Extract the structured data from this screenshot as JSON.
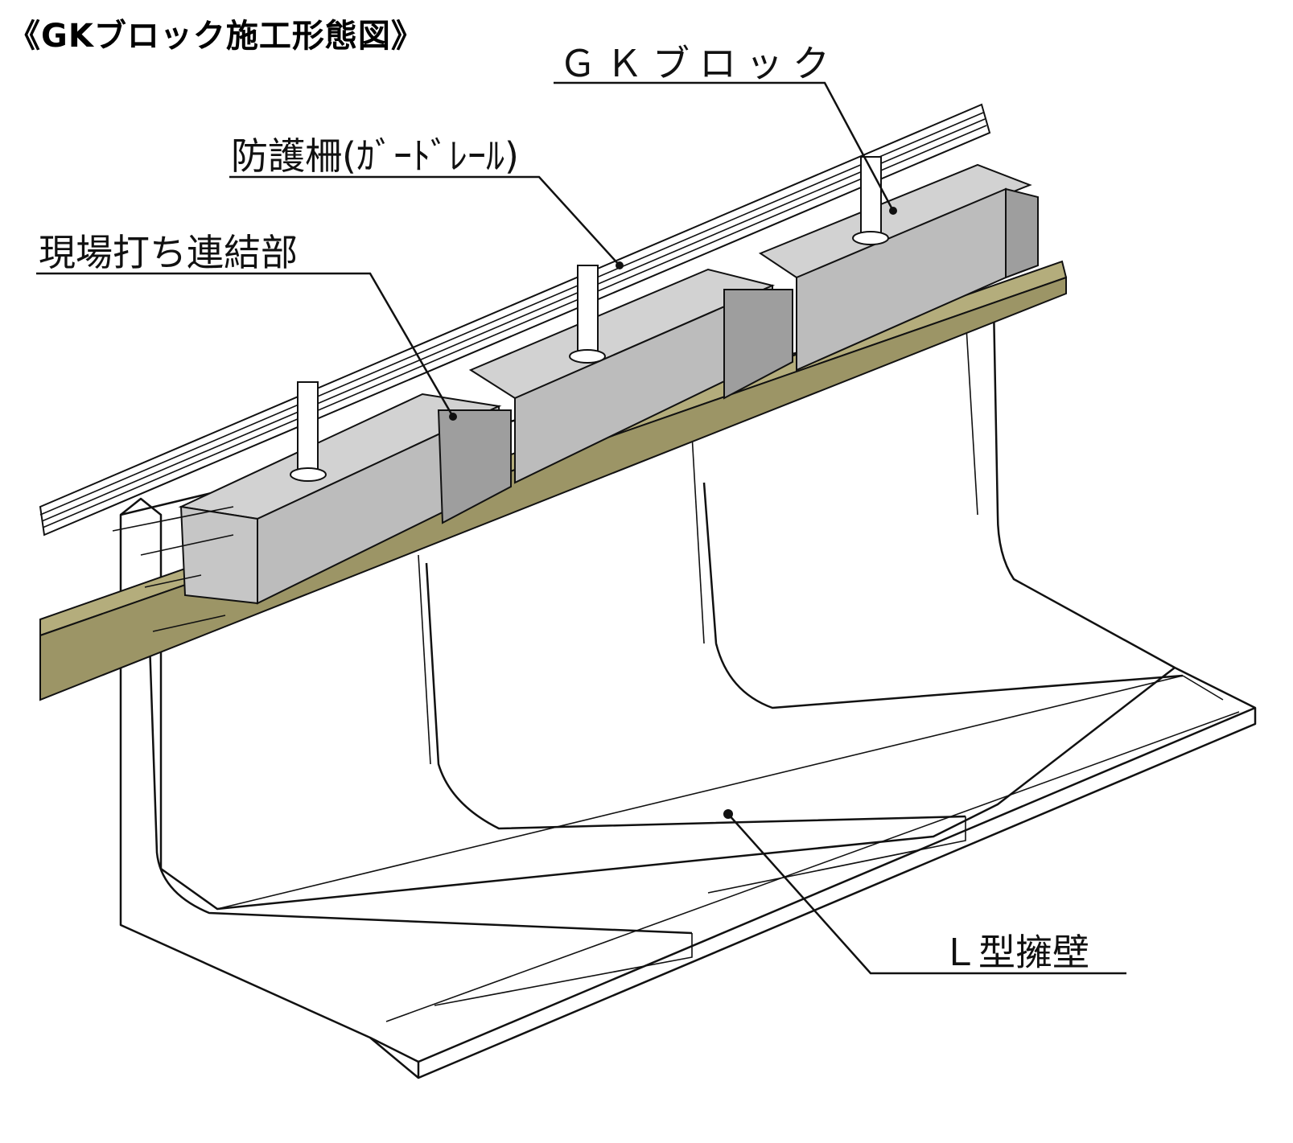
{
  "title": "《GKブロック施工形態図》",
  "labels": {
    "gk_block": "ＧＫブロック",
    "guardrail": "防護柵(ｶﾞｰﾄﾞﾚｰﾙ)",
    "cast_in_place_joint": "現場打ち連結部",
    "l_retaining_wall": "Ｌ型擁壁"
  },
  "colors": {
    "block_top": "#d2d2d2",
    "block_face": "#bcbcbc",
    "joint_face": "#9e9e9e",
    "slab": "#9c9566",
    "slab_top": "#b4ad7c",
    "wall": "#ffffff",
    "line": "#111111"
  }
}
